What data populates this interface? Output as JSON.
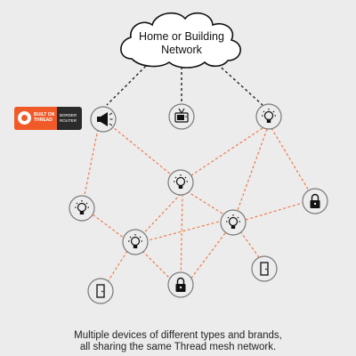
{
  "cloud": {
    "line1": "Home or Building",
    "line2": "Network"
  },
  "badge": {
    "left_line1": "BUILT ON",
    "left_line2": "THREAD",
    "right_line1": "BORDER",
    "right_line2": "ROUTER"
  },
  "caption": {
    "line1": "Multiple devices of different types and brands,",
    "line2": "all sharing the same Thread mesh network."
  },
  "colors": {
    "mesh_link": "#f07a4a",
    "uplink": "#222222",
    "node_border": "#7a7a7a",
    "background": "#ececec"
  },
  "devices": [
    {
      "id": "border-router",
      "icon": "megaphone-icon"
    },
    {
      "id": "tv",
      "icon": "tv-icon"
    },
    {
      "id": "bulb-top-right",
      "icon": "light-bulb-icon"
    },
    {
      "id": "bulb-center",
      "icon": "light-bulb-icon"
    },
    {
      "id": "bulb-left",
      "icon": "light-bulb-icon"
    },
    {
      "id": "bulb-center-right",
      "icon": "light-bulb-icon"
    },
    {
      "id": "bulb-lower-left",
      "icon": "light-bulb-icon"
    },
    {
      "id": "lock-right",
      "icon": "lock-icon"
    },
    {
      "id": "lock-bottom",
      "icon": "lock-icon"
    },
    {
      "id": "door-left",
      "icon": "door-icon"
    },
    {
      "id": "door-right",
      "icon": "door-icon"
    }
  ]
}
